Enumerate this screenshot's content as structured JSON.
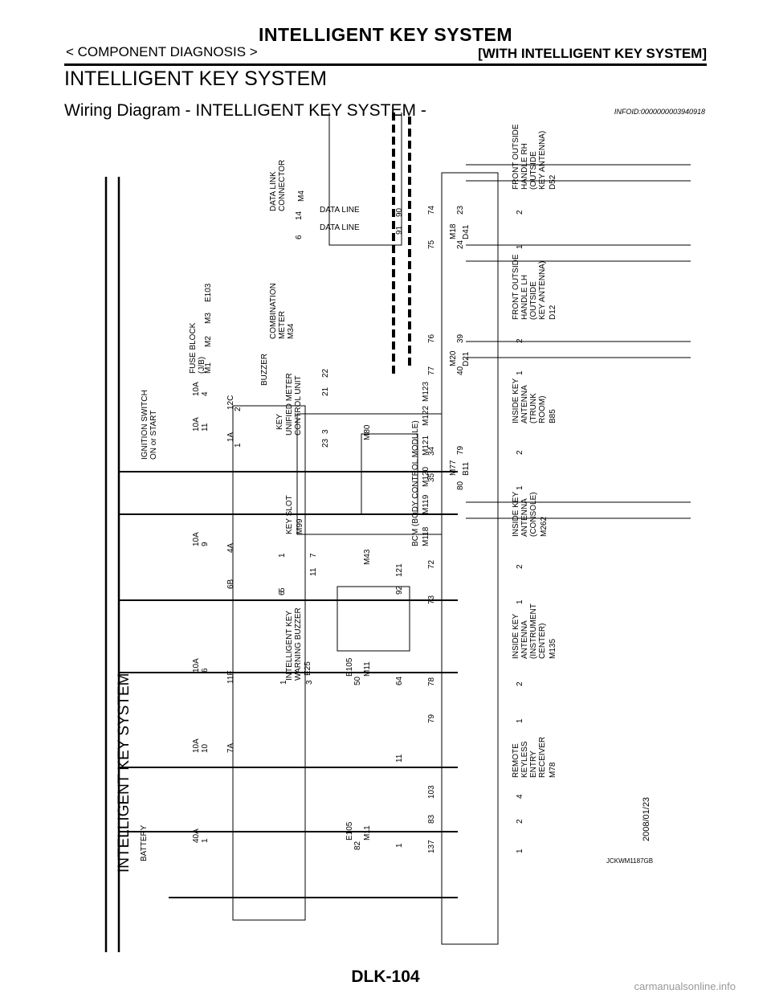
{
  "header": {
    "title": "INTELLIGENT KEY SYSTEM",
    "breadcrumb": "< COMPONENT DIAGNOSIS >",
    "right": "[WITH INTELLIGENT KEY SYSTEM]"
  },
  "section_title": "INTELLIGENT KEY SYSTEM",
  "subtitle": "Wiring Diagram - INTELLIGENT KEY SYSTEM -",
  "info_id": "INFOID:0000000003940918",
  "diagram": {
    "rotated_title": "INTELLIGENT KEY SYSTEM",
    "battery": "BATTERY",
    "ignition_switch": [
      "IGNITION SWITCH",
      "ON or START"
    ],
    "fuse_block": [
      "FUSE BLOCK",
      "(J/B)"
    ],
    "fuse_block_conns": [
      "M1",
      "M2",
      "M3",
      "E103"
    ],
    "fuses": [
      {
        "amp": "40A",
        "num": "1"
      },
      {
        "amp": "10A",
        "num": "10"
      },
      {
        "amp": "10A",
        "num": "6"
      },
      {
        "amp": "10A",
        "num": "9"
      },
      {
        "amp": "10A",
        "num": "11"
      },
      {
        "amp": "10A",
        "num": "4"
      }
    ],
    "fuse_terminals": [
      "7A",
      "11F",
      "6B",
      "4A",
      "1A",
      "12C"
    ],
    "combination_meter": [
      "COMBINATION",
      "METER"
    ],
    "combination_meter_conn": "M34",
    "buzzer": "BUZZER",
    "key_label": "KEY",
    "unified_meter": [
      "UNIFIED METER",
      "CONTROL UNIT"
    ],
    "meter_pins": [
      "1",
      "2",
      "23",
      "3",
      "21",
      "22"
    ],
    "ground_meter": "M80",
    "data_link": [
      "DATA LINK",
      "CONNECTOR"
    ],
    "data_link_conn": "M4",
    "data_line": "DATA LINE",
    "dlc_pins": [
      "6",
      "14"
    ],
    "key_slot": "KEY SLOT",
    "key_slot_conn": "M99",
    "key_slot_pins": [
      "5",
      "6",
      "1",
      "11",
      "7"
    ],
    "ground_keyslot": "M43",
    "warning_buzzer": [
      "INTELLIGENT KEY",
      "WARNING BUZZER"
    ],
    "warning_buzzer_conn": "E25",
    "warning_buzzer_pins": [
      "1",
      "3"
    ],
    "inline_conns": [
      "E105",
      "M11"
    ],
    "inline_pins": [
      "50",
      "82"
    ],
    "bcm": "BCM (BODY CONTROL MODULE)",
    "bcm_conns": [
      "M118",
      "M119",
      "M120",
      "M121",
      "M122",
      "M123"
    ],
    "bcm_left_pins": [
      "1",
      "11",
      "64",
      "92",
      "121",
      "35",
      "34",
      "91",
      "90"
    ],
    "bcm_right_pins": [
      "137",
      "83",
      "103",
      "79",
      "78",
      "73",
      "72",
      "77",
      "76",
      "75",
      "74"
    ],
    "antennas": [
      {
        "lines": [
          "REMOTE",
          "KEYLESS",
          "ENTRY",
          "RECEIVER"
        ],
        "conn": "M78",
        "pins": [
          "1",
          "2",
          "4"
        ]
      },
      {
        "lines": [
          "INSIDE KEY",
          "ANTENNA",
          "(INSTRUMENT",
          "CENTER)"
        ],
        "conn": "M135",
        "pins": [
          "1",
          "2"
        ]
      },
      {
        "lines": [
          "INSIDE KEY",
          "ANTENNA",
          "(CONSOLE)"
        ],
        "conn": "M262",
        "pins": [
          "1",
          "2"
        ]
      },
      {
        "lines": [
          "INSIDE KEY",
          "ANTENNA",
          "(TRUNK",
          "ROOM)"
        ],
        "conn": "B85",
        "pins": [
          "1",
          "2"
        ]
      },
      {
        "lines": [
          "FRONT OUTSIDE",
          "HANDLE LH",
          "(OUTSIDE",
          "KEY ANTENNA)"
        ],
        "conn": "D12",
        "pins": [
          "1",
          "2"
        ]
      },
      {
        "lines": [
          "FRONT OUTSIDE",
          "HANDLE RH",
          "(OUTSIDE",
          "KEY ANTENNA)"
        ],
        "conn": "D52",
        "pins": [
          "1",
          "2"
        ]
      }
    ],
    "joint_conns": [
      {
        "top": "M77",
        "bottom": "B11",
        "pins": [
          "80",
          "79"
        ]
      },
      {
        "top": "M20",
        "bottom": "D21",
        "pins": [
          "40",
          "39"
        ]
      },
      {
        "top": "M18",
        "bottom": "D41",
        "pins": [
          "24",
          "23"
        ]
      }
    ],
    "date": "2008/01/23",
    "figure_code": "JCKWM1187GB"
  },
  "footer": {
    "page": "DLK-104"
  },
  "watermark": "carmanualsonline.info"
}
